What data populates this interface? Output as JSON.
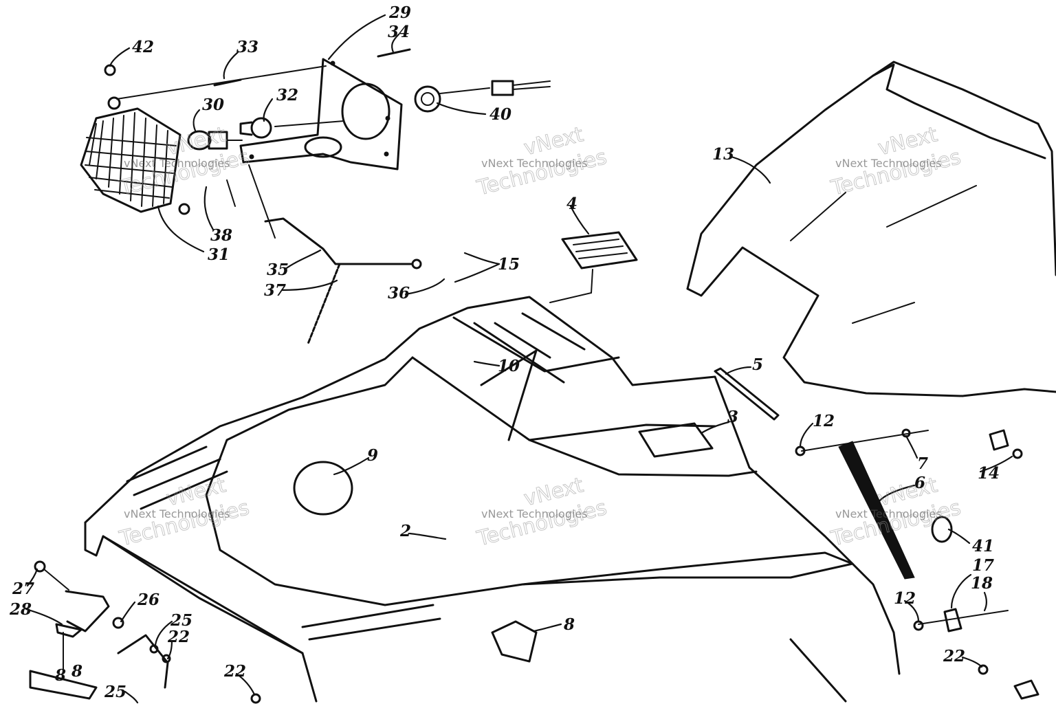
{
  "diagram": {
    "watermark_text": {
      "line1": "vNext",
      "line2": "Technologies",
      "caption": "vNext Technologies"
    },
    "callouts": [
      {
        "id": "c42",
        "text": "42"
      },
      {
        "id": "c33",
        "text": "33"
      },
      {
        "id": "c29",
        "text": "29"
      },
      {
        "id": "c34",
        "text": "34"
      },
      {
        "id": "c30",
        "text": "30"
      },
      {
        "id": "c32",
        "text": "32"
      },
      {
        "id": "c40",
        "text": "40"
      },
      {
        "id": "c38",
        "text": "38"
      },
      {
        "id": "c31",
        "text": "31"
      },
      {
        "id": "c35",
        "text": "35"
      },
      {
        "id": "c37",
        "text": "37"
      },
      {
        "id": "c36",
        "text": "36"
      },
      {
        "id": "c15",
        "text": "15"
      },
      {
        "id": "c4",
        "text": "4"
      },
      {
        "id": "c13",
        "text": "13"
      },
      {
        "id": "c10",
        "text": "10"
      },
      {
        "id": "c5",
        "text": "5"
      },
      {
        "id": "c3",
        "text": "3"
      },
      {
        "id": "c12a",
        "text": "12"
      },
      {
        "id": "c7",
        "text": "7"
      },
      {
        "id": "c14",
        "text": "14"
      },
      {
        "id": "c9",
        "text": "9"
      },
      {
        "id": "c6",
        "text": "6"
      },
      {
        "id": "c41",
        "text": "41"
      },
      {
        "id": "c2",
        "text": "2"
      },
      {
        "id": "c17",
        "text": "17"
      },
      {
        "id": "c18",
        "text": "18"
      },
      {
        "id": "c27",
        "text": "27"
      },
      {
        "id": "c26",
        "text": "26"
      },
      {
        "id": "c28",
        "text": "28"
      },
      {
        "id": "c25a",
        "text": "25"
      },
      {
        "id": "c22a",
        "text": "22"
      },
      {
        "id": "c12b",
        "text": "12"
      },
      {
        "id": "c8a",
        "text": "8"
      },
      {
        "id": "c22b",
        "text": "22"
      },
      {
        "id": "c22c",
        "text": "22"
      },
      {
        "id": "c25b",
        "text": "25"
      },
      {
        "id": "c8b",
        "text": "8"
      },
      {
        "id": "c8c",
        "text": "8"
      }
    ]
  }
}
